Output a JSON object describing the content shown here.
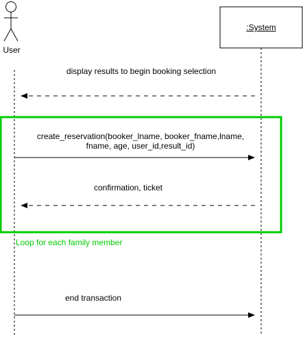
{
  "actor": {
    "label": "User"
  },
  "system": {
    "label": ":System"
  },
  "messages": [
    {
      "text": "display results to begin booking selection",
      "direction": "return",
      "style": "dashed"
    },
    {
      "text": "create_reservation(booker_lname, booker_fname,lname, fname, age, user_id,result_id)",
      "line1": "create_reservation(booker_lname, booker_fname,lname,",
      "line2": "fname, age, user_id,result_id)",
      "direction": "call",
      "style": "solid"
    },
    {
      "text": "confirmation, ticket",
      "direction": "return",
      "style": "dashed"
    },
    {
      "text": "end transaction",
      "direction": "call",
      "style": "solid"
    }
  ],
  "loop_fragment": {
    "label": "Loop for each family member",
    "color": "#00cc00"
  },
  "colors": {
    "line": "#000000",
    "loop": "#00cc00"
  }
}
